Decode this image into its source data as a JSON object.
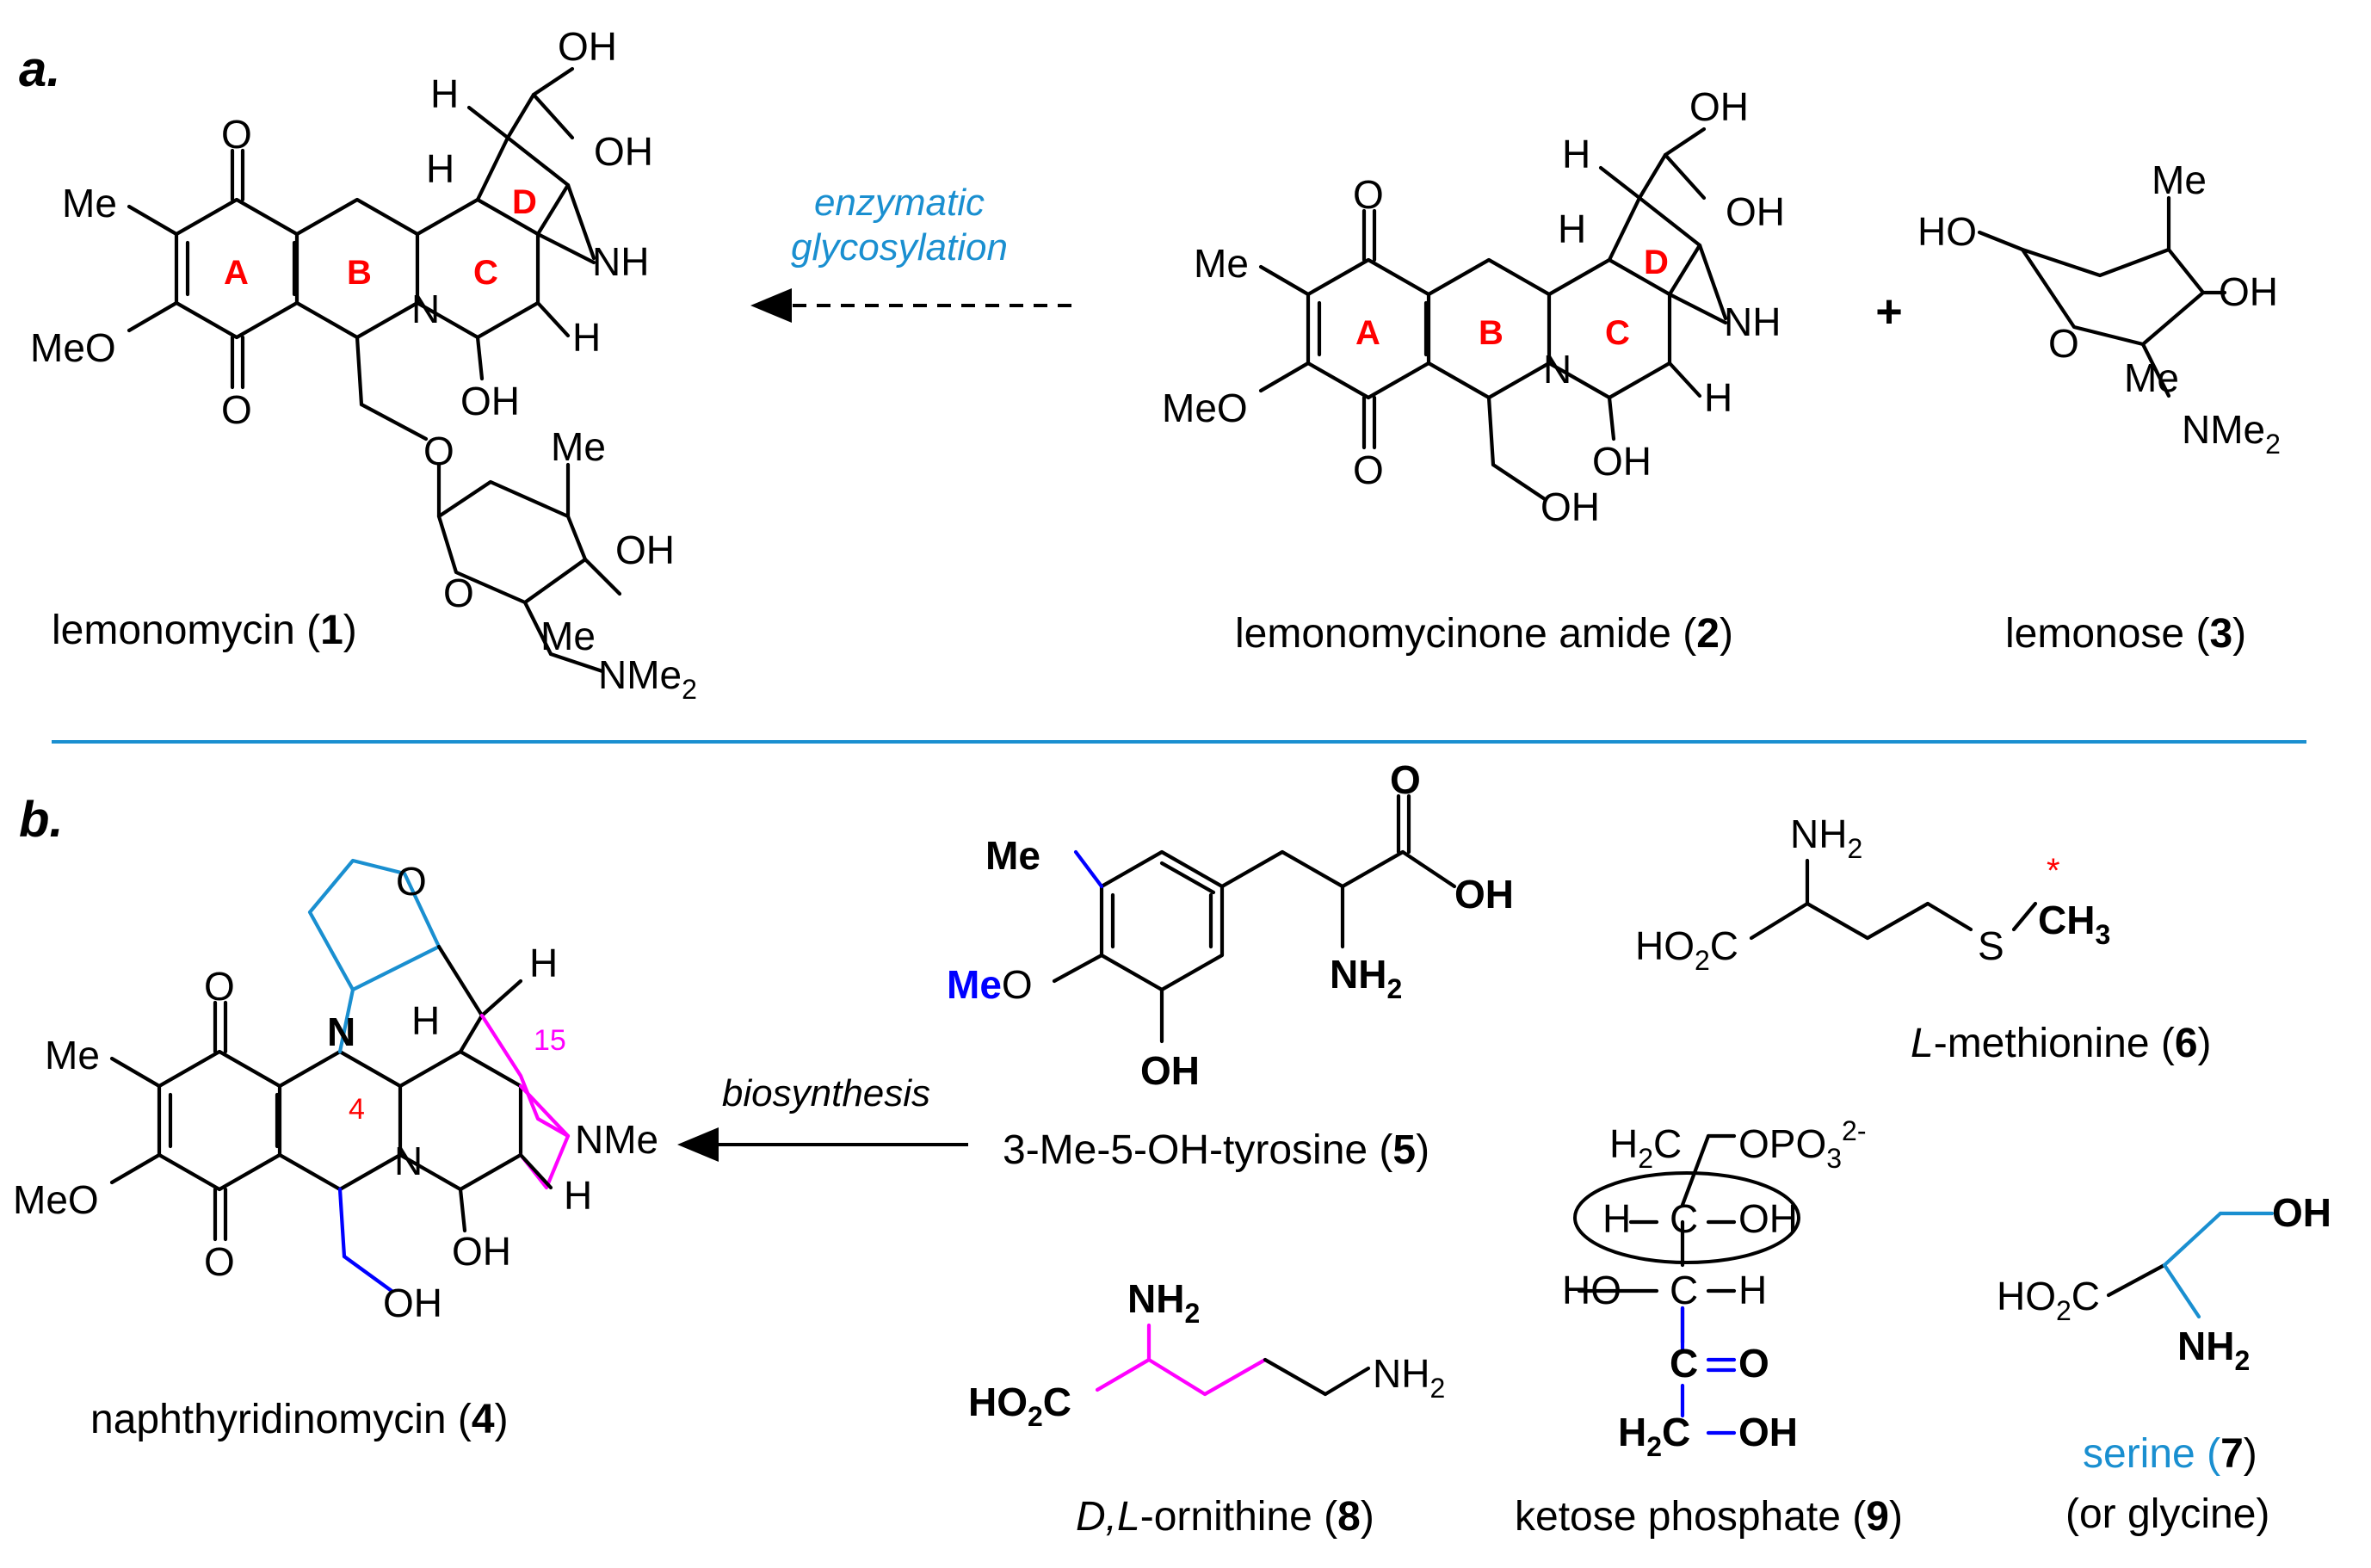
{
  "panels": {
    "a": "a.",
    "b": "b."
  },
  "arrows": {
    "a_label_line1": "enzymatic",
    "a_label_line2": "glycosylation",
    "b_label": "biosynthesis"
  },
  "plus_sign": "+",
  "compounds": {
    "c1": {
      "name": "lemonomycin (",
      "number": "1",
      "close": ")"
    },
    "c2": {
      "name": "lemonomycinone amide (",
      "number": "2",
      "close": ")"
    },
    "c3": {
      "name": "lemonose (",
      "number": "3",
      "close": ")"
    },
    "c4": {
      "name": "naphthyridinomycin (",
      "number": "4",
      "close": ")"
    },
    "c5": {
      "name": "3-Me-5-OH-tyrosine (",
      "number": "5",
      "close": ")"
    },
    "c6": {
      "prefix": "L",
      "name": "-methionine (",
      "number": "6",
      "close": ")"
    },
    "c7": {
      "name": "serine (",
      "number": "7",
      "close": ")",
      "note": "(or glycine)"
    },
    "c8": {
      "prefix": "D,L",
      "name": "-ornithine (",
      "number": "8",
      "close": ")"
    },
    "c9": {
      "name": "ketose phosphate (",
      "number": "9",
      "close": ")"
    }
  },
  "atoms": {
    "O": "O",
    "OH": "OH",
    "HO": "HO",
    "H": "H",
    "N": "N",
    "NH": "NH",
    "Me": "Me",
    "MeO": "MeO",
    "NMe": "NMe",
    "NMe2": "NMe",
    "two": "2",
    "NH2": "NH",
    "HO2C": "HO",
    "C": "C",
    "S": "S",
    "CH3": "CH",
    "three": "3",
    "H2C": "H",
    "OPO3": "OPO",
    "charge": "2-",
    "ketoC": "C",
    "ketoO": "O",
    "star": "*"
  },
  "ring_labels": {
    "A": "A",
    "B": "B",
    "C": "C",
    "D": "D"
  },
  "locants": {
    "four": "4",
    "fifteen": "15"
  },
  "colors": {
    "red": "#ff0000",
    "blue": "#1a8fd0",
    "dark_blue": "#0000ff",
    "magenta": "#ff00ff",
    "divider": "#1a8fd0",
    "black": "#000000"
  }
}
